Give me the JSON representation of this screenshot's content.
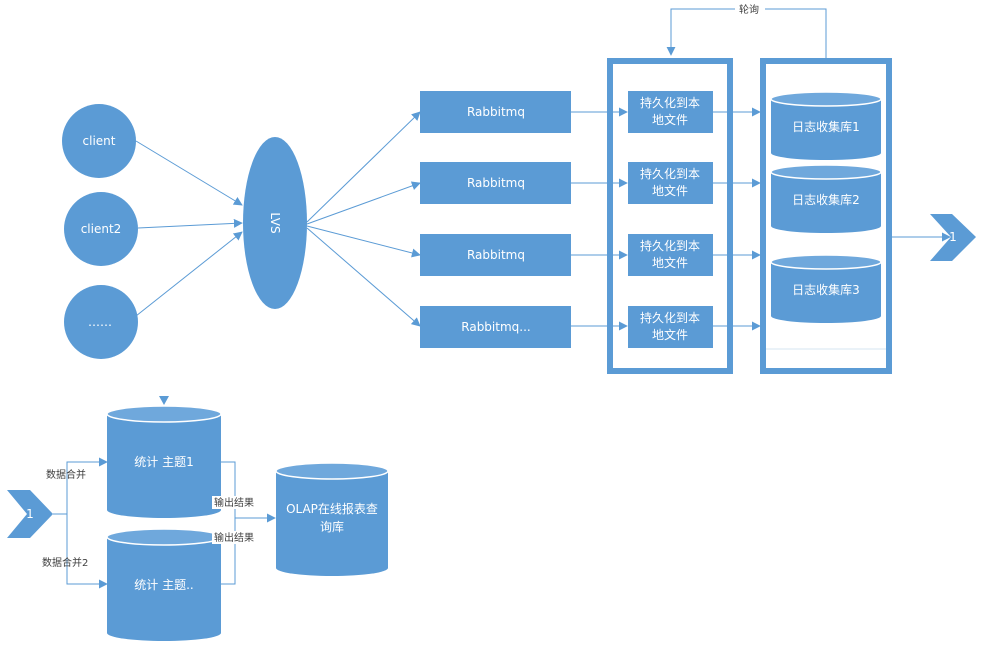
{
  "clients": [
    "client",
    "client2",
    "……"
  ],
  "lvs": "LVS",
  "rabbitmq": [
    "Rabbitmq",
    "Rabbitmq",
    "Rabbitmq",
    "Rabbitmq..."
  ],
  "persist": [
    [
      "持久化到本",
      "地文件"
    ],
    [
      "持久化到本",
      "地文件"
    ],
    [
      "持久化到本",
      "地文件"
    ],
    [
      "持久化到本",
      "地文件"
    ]
  ],
  "log_dbs": [
    "日志收集库1",
    "日志收集库2",
    "日志收集库3"
  ],
  "poll_label": "轮询",
  "connector_label": "1",
  "merge_labels": [
    "数据合并",
    "数据合并2"
  ],
  "topics": [
    "统计 主题1",
    "统计 主题.."
  ],
  "output_labels": [
    "输出结果",
    "输出结果"
  ],
  "olap": [
    "OLAP在线报表查",
    "询库"
  ],
  "colors": {
    "shape": "#5B9BD5",
    "text_on_shape": "#ffffff",
    "label": "#404040"
  }
}
